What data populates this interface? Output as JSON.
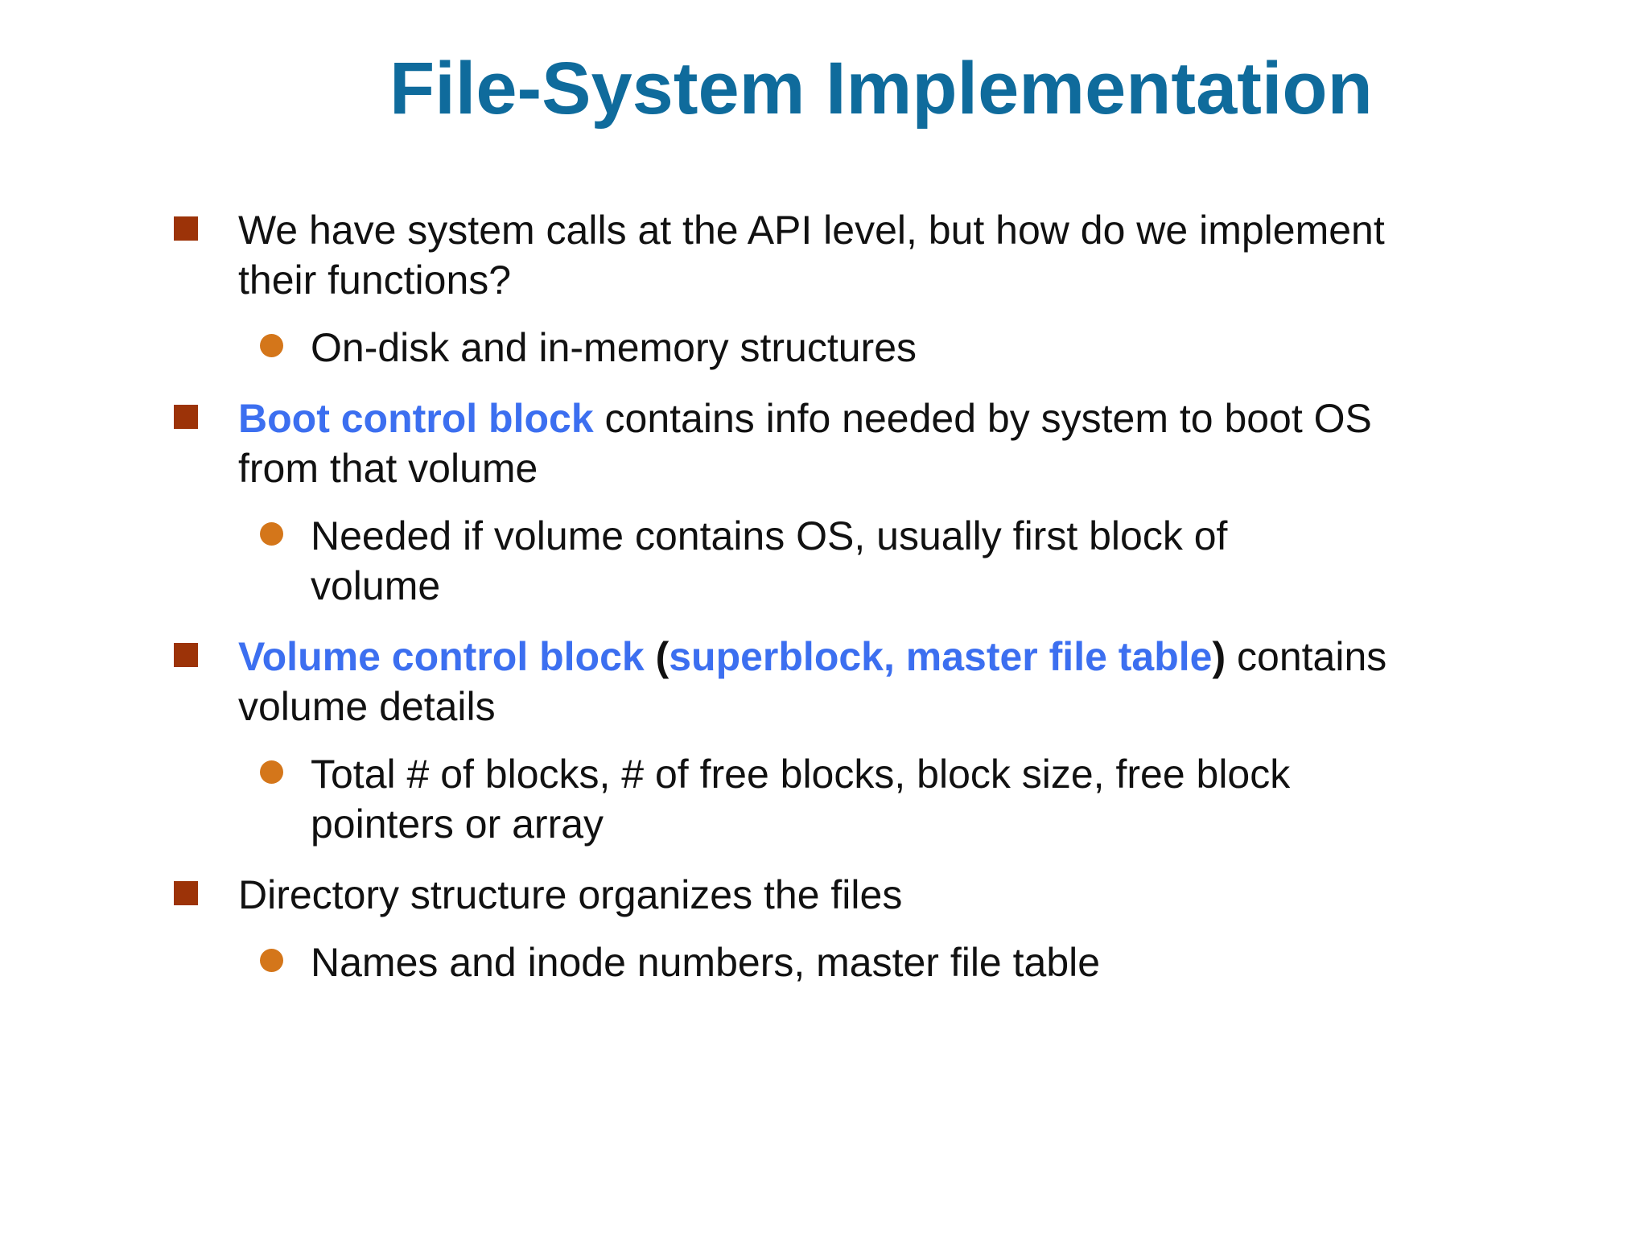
{
  "slide": {
    "title": "File-System Implementation",
    "bullets": [
      {
        "text": "We have system calls at the API level, but how do we implement their functions?",
        "sub": [
          "On-disk and in-memory structures"
        ]
      },
      {
        "highlight": "Boot control block",
        "rest": " contains info needed by system to boot OS from that volume",
        "sub": [
          "Needed if volume contains OS, usually first block of volume"
        ]
      },
      {
        "highlight": "Volume control block",
        "paren_open": " (",
        "highlight2": "superblock, master file table",
        "paren_close": ")",
        "rest": " contains volume details",
        "sub": [
          "Total # of blocks, # of free blocks, block size, free block pointers or array"
        ]
      },
      {
        "text": "Directory structure organizes the files",
        "sub": [
          "Names and inode numbers, master file table"
        ]
      }
    ],
    "colors": {
      "title": "#0f6b9c",
      "highlight": "#3c6ff0",
      "square_bullet": "#9c3308",
      "round_bullet": "#d4761a"
    }
  }
}
